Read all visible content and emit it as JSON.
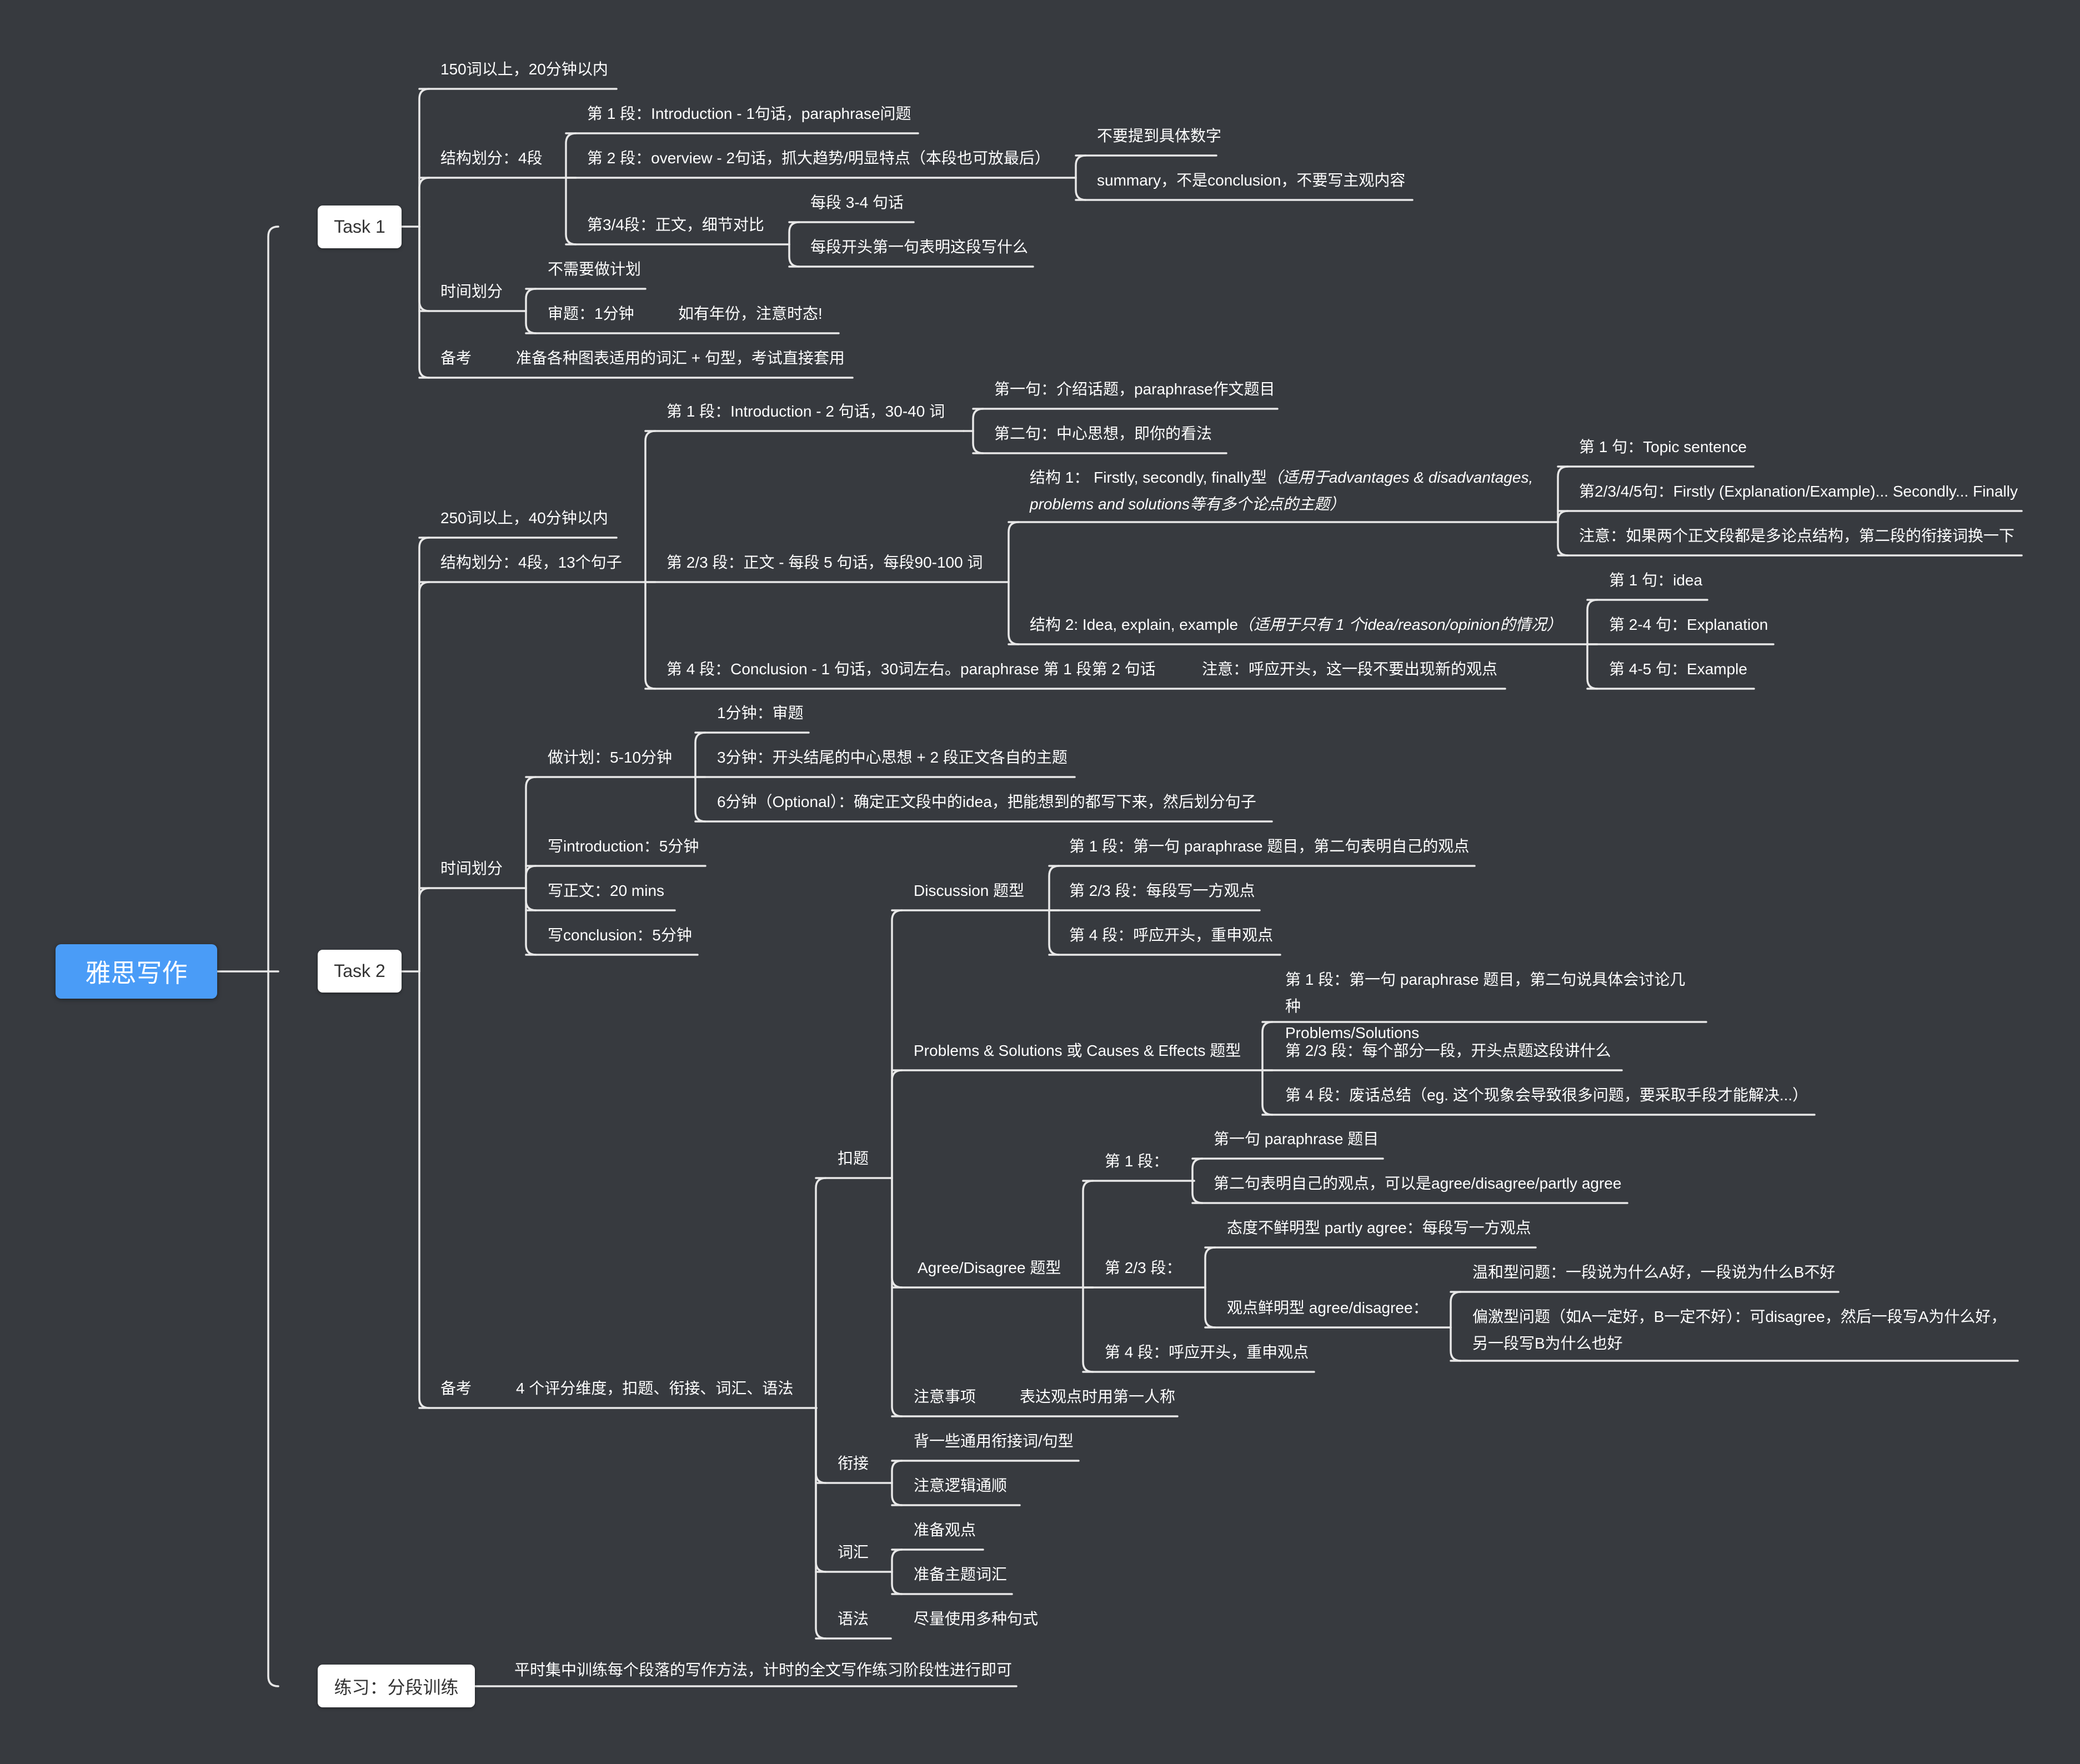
{
  "root": "雅思写作",
  "task1": {
    "label": "Task 1",
    "words": "150词以上，20分钟以内",
    "structure": {
      "label": "结构划分：4段",
      "p1": "第 1 段：Introduction - 1句话，paraphrase问题",
      "p2": "第 2 段：overview - 2句话，抓大趋势/明显特点（本段也可放最后）",
      "p2_notes": [
        "不要提到具体数字",
        "summary，不是conclusion，不要写主观内容"
      ],
      "p34": "第3/4段：正文，细节对比",
      "p34_notes": [
        "每段 3-4 句话",
        "每段开头第一句表明这段写什么"
      ]
    },
    "time": {
      "label": "时间划分",
      "no_plan": "不需要做计划",
      "review": "审题：1分钟",
      "review_note": "如有年份，注意时态!"
    },
    "prep": {
      "label": "备考",
      "text": "准备各种图表适用的词汇 + 句型，考试直接套用"
    }
  },
  "task2": {
    "label": "Task 2",
    "words": "250词以上，40分钟以内",
    "structure": {
      "label": "结构划分：4段，13个句子",
      "p1": "第 1 段：Introduction - 2 句话，30-40 词",
      "p1_notes": [
        "第一句：介绍话题，paraphrase作文题目",
        "第二句：中心思想，即你的看法"
      ],
      "p23": "第 2/3 段：正文 - 每段 5 句话，每段90-100 词",
      "s1_line1": "结构 1： Firstly, secondly, finally型",
      "s1_italic1": "（适用于advantages & disadvantages,",
      "s1_italic2": "problems and solutions等有多个论点的主题）",
      "s1_notes": [
        "第 1 句：Topic sentence",
        "第2/3/4/5句：Firstly (Explanation/Example)... Secondly... Finally",
        "注意：如果两个正文段都是多论点结构，第二段的衔接词换一下"
      ],
      "s2_text": "结构 2: Idea, explain, example",
      "s2_italic": "（适用于只有 1 个idea/reason/opinion的情况）",
      "s2_notes": [
        "第 1 句：idea",
        "第 2-4 句：Explanation",
        "第 4-5 句：Example"
      ],
      "p4": "第 4 段：Conclusion - 1 句话，30词左右。paraphrase 第 1 段第 2 句话",
      "p4_note": "注意：呼应开头，这一段不要出现新的观点"
    },
    "time": {
      "label": "时间划分",
      "plan": "做计划：5-10分钟",
      "plan_steps": [
        "1分钟：审题",
        "3分钟：开头结尾的中心思想 + 2 段正文各自的主题",
        "6分钟（Optional）：确定正文段中的idea，把能想到的都写下来，然后划分句子"
      ],
      "intro": "写introduction：5分钟",
      "body": "写正文：20 mins",
      "conclusion": "写conclusion：5分钟"
    },
    "prep": {
      "label": "备考",
      "dims": "4 个评分维度，扣题、衔接、词汇、语法",
      "task_response": {
        "label": "扣题",
        "discussion": {
          "label": "Discussion 题型",
          "items": [
            "第 1 段：第一句 paraphrase 题目，第二句表明自己的观点",
            "第 2/3 段：每段写一方观点",
            "第 4 段：呼应开头，重申观点"
          ]
        },
        "problems": {
          "label": "Problems & Solutions 或 Causes & Effects 题型",
          "p1_line1": "第 1 段：第一句 paraphrase 题目，第二句说具体会讨论几种",
          "p1_line2": "Problems/Solutions",
          "p23": "第 2/3 段：每个部分一段，开头点题这段讲什么",
          "p4": "第 4 段：废话总结（eg. 这个现象会导致很多问题，要采取手段才能解决...）"
        },
        "agree": {
          "label": "Agree/Disagree 题型",
          "p1": "第 1 段：",
          "p1_items": [
            "第一句 paraphrase 题目",
            "第二句表明自己的观点，可以是agree/disagree/partly agree"
          ],
          "p23": "第 2/3 段：",
          "partly": "态度不鲜明型 partly agree：每段写一方观点",
          "clear": "观点鲜明型 agree/disagree：",
          "mild": "温和型问题：一段说为什么A好，一段说为什么B不好",
          "extreme_line1": "偏激型问题（如A一定好，B一定不好）：可disagree，然后一段写A为什么好，",
          "extreme_line2": "另一段写B为什么也好",
          "p4": "第 4 段：呼应开头，重申观点"
        },
        "notes": {
          "label": "注意事项",
          "text": "表达观点时用第一人称"
        }
      },
      "cohesion": {
        "label": "衔接",
        "items": [
          "背一些通用衔接词/句型",
          "注意逻辑通顺"
        ]
      },
      "vocab": {
        "label": "词汇",
        "items": [
          "准备观点",
          "准备主题词汇"
        ]
      },
      "grammar": {
        "label": "语法",
        "text": "尽量使用多种句式"
      }
    }
  },
  "practice": {
    "label": "练习：分段训练",
    "text": "平时集中训练每个段落的写作方法，计时的全文写作练习阶段性进行即可"
  }
}
